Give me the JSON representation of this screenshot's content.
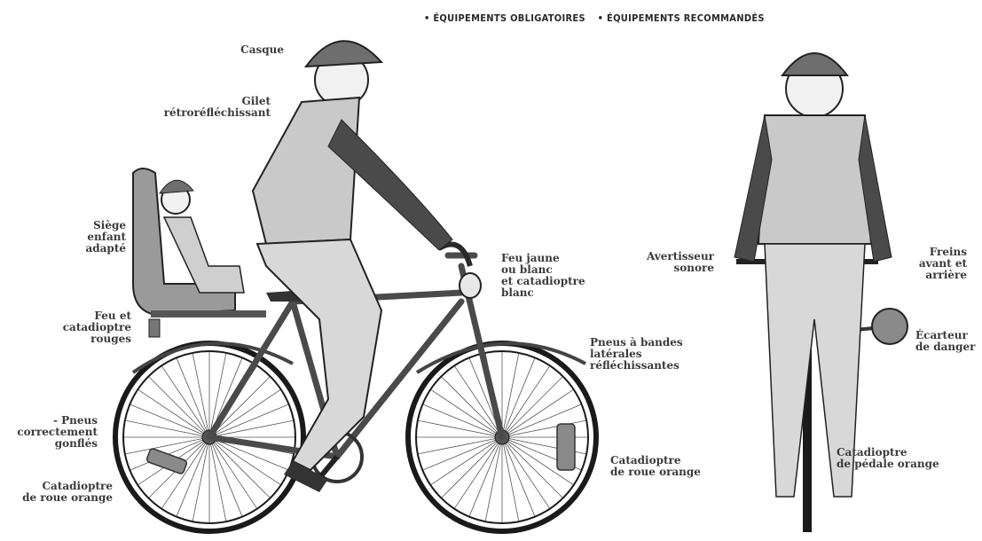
{
  "legend": {
    "mandatory": "• ÉQUIPEMENTS OBLIGATOIRES",
    "recommended": "• ÉQUIPEMENTS RECOMMANDÉS"
  },
  "labels": {
    "casque": "Casque",
    "gilet": "Gilet\nrétroréfléchissant",
    "siege": "Siège\nenfant\nadapté",
    "feu_rouge": "Feu et\ncatadioptre\nrouges",
    "pneus_gonfles": "- Pneus\ncorrectement\ngonflés",
    "catadioptre_roue_arriere": "Catadioptre\nde roue orange",
    "feu_jaune": "Feu jaune\nou blanc\net catadioptre\nblanc",
    "pneus_bandes": "Pneus à bandes\nlatérales\nréfléchissantes",
    "catadioptre_roue_avant": "Catadioptre\nde roue orange",
    "avertisseur": "Avertisseur\nsonore",
    "freins": "Freins\navant et\narrière",
    "ecarteur": "Écarteur\nde danger",
    "catadioptre_pedale": "Catadioptre\nde pédale orange"
  },
  "colors": {
    "ink": "#1a1a1a",
    "vest": "#c9c9c9",
    "helmet": "#6e6e6e",
    "sleeve": "#4a4a4a",
    "reflector": "#8a8a8a"
  }
}
